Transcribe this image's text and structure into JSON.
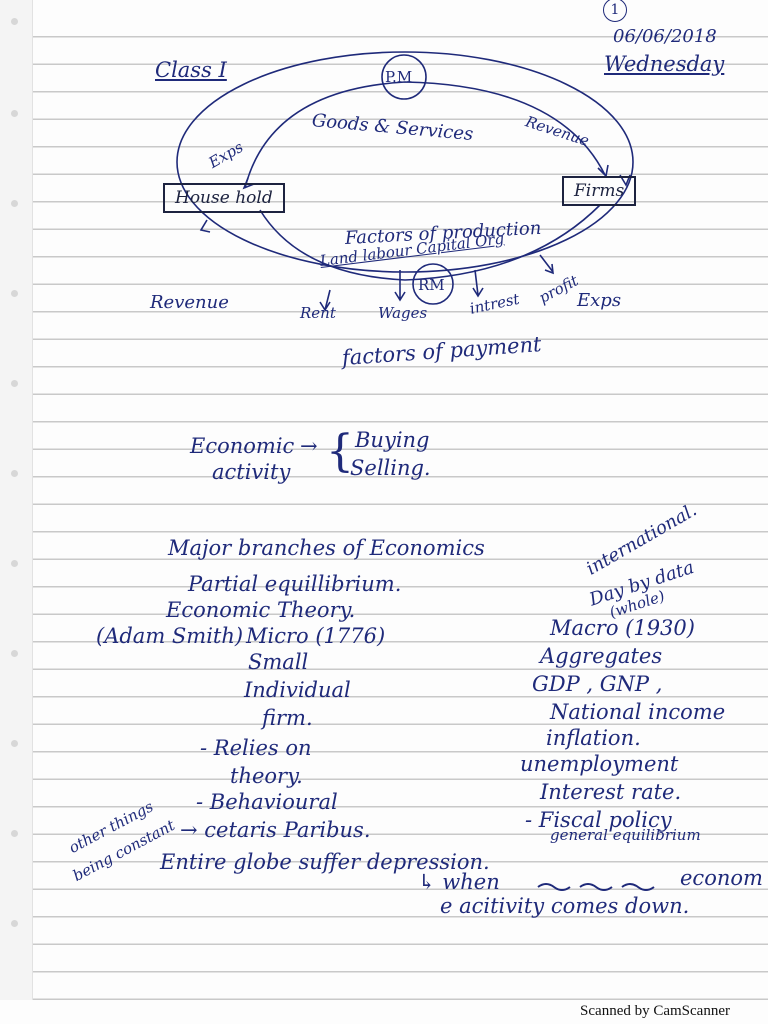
{
  "header": {
    "page_number": "1",
    "date": "06/06/2018",
    "day": "Wednesday",
    "class_label": "Class I"
  },
  "diagram": {
    "pm": "P.M",
    "rm": "RM",
    "household": "House hold",
    "firms": "Firms",
    "goods_services": "Goods & Services",
    "revenue_top": "Revenue",
    "exps_top": "Exps",
    "factors_of_production": "Factors of production",
    "land_labour": "Land labour Capital Org",
    "rent": "Rent",
    "wages": "Wages",
    "interest": "intrest",
    "profit": "profit",
    "revenue_left": "Revenue",
    "exps_right": "Exps",
    "factors_of_payment": "factors of payment"
  },
  "economic_activity": {
    "term_line1": "Economic",
    "term_line2": "activity",
    "buying": "Buying",
    "selling": "Selling."
  },
  "branches": {
    "heading": "Major branches of Economics",
    "partial": "Partial equillibrium.",
    "economic_theory": "Economic Theory.",
    "adam_smith": "(Adam Smith)",
    "micro": "Micro (1776)",
    "micro_items": [
      "Small",
      "Individual",
      "firm.",
      "- Relies on",
      "theory.",
      "- Behavioural",
      "→ cetaris Paribus."
    ],
    "side_note_line1": "other things",
    "side_note_line2": "being constant",
    "international": "international.",
    "day_by": "Day by data",
    "whole": "(whole)",
    "macro": "Macro (1930)",
    "macro_items": [
      "Aggregates",
      "GDP , GNP ,",
      "National income",
      "inflation.",
      "unemployment",
      "Interest rate.",
      "- Fiscal policy"
    ],
    "general_eq": "general equilibrium",
    "depression": "Entire globe suffer depression.",
    "when_line": "↳ when",
    "when_tail": "econom",
    "activity_line": "e acitivity comes down."
  },
  "footer": {
    "scanner": "Scanned by CamScanner"
  }
}
